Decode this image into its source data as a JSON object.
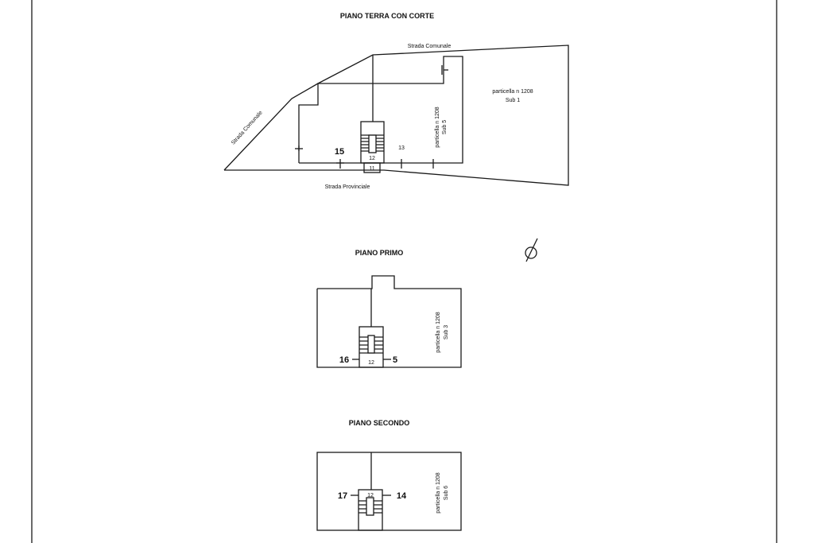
{
  "ground_floor": {
    "title": "PIANO TERRA CON CORTE",
    "road_top": "Strada  Comunale",
    "road_left": "Strada  Comunale",
    "road_bottom": "Strada   Provinciale",
    "parcel_label": "particella n 1208",
    "parcel_sub": "Sub 1",
    "inner_parcel_label": "particella n 1208",
    "inner_parcel_sub": "Sub 5",
    "unit_15": "15",
    "unit_13": "13",
    "stair_12": "12",
    "stair_11": "11"
  },
  "first_floor": {
    "title": "PIANO PRIMO",
    "unit_16": "16",
    "stair_12": "12",
    "unit_5": "5",
    "parcel_label": "particella n 1208",
    "parcel_sub": "Sub 3"
  },
  "second_floor": {
    "title": "PIANO SECONDO",
    "unit_17": "17",
    "stair_12": "12",
    "unit_14": "14",
    "parcel_label": "particella n 1208",
    "parcel_sub": "Sub 6"
  }
}
